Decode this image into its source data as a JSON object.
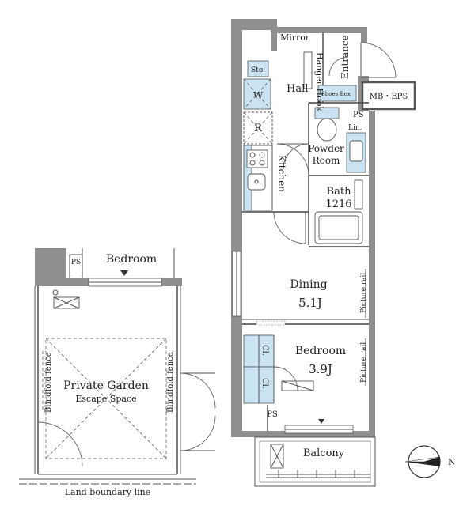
{
  "rooms": {
    "mirror": "Mirror",
    "sto": "Sto.",
    "w": "W",
    "hall": "Hall",
    "hanger_hook": "Hanger Hook",
    "entrance": "Entrance",
    "shoes_box": "Shoes Box",
    "mb_eps": "MB・EPS",
    "ps_top": "PS",
    "lin": "Lin.",
    "r": "R",
    "kitchen": "Kitchen",
    "powder_room": "Powder Room",
    "bath": "Bath",
    "bath_size": "1216",
    "dining": "Dining",
    "dining_size": "5.1J",
    "picture_rail_1": "Picture rail",
    "picture_rail_2": "Picture rail",
    "cl": "Cl.",
    "cl2": "Cl.",
    "bedroom": "Bedroom",
    "bedroom_size": "3.9J",
    "ps_bottom": "PS",
    "balcony": "Balcony"
  },
  "inset": {
    "ps": "PS",
    "bedroom": "Bedroom",
    "garden_title": "Private Garden",
    "garden_sub": "Escape Space",
    "blindfold_left": "Blindfold fence",
    "blindfold_right": "Blindfold fence",
    "land_boundary": "Land boundary line"
  },
  "compass": {
    "label": "N"
  }
}
